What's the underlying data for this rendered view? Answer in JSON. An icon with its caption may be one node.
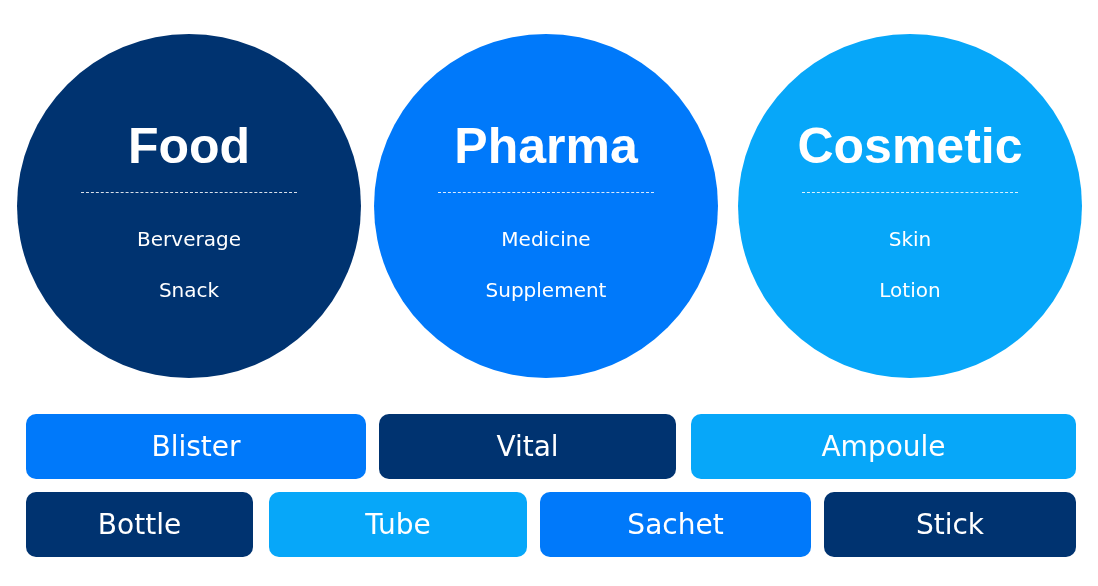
{
  "diagram": {
    "nodes": [
      {
        "text": [
          "Food",
          "Berverage",
          "Snack"
        ]
      },
      {
        "text": [
          "Pharma",
          "Medicine",
          "Supplement"
        ]
      },
      {
        "text": [
          "Cosmetic",
          "Skin",
          "Lotion"
        ]
      },
      {
        "text": [
          "Blister"
        ]
      },
      {
        "text": [
          "Vital"
        ]
      },
      {
        "text": [
          "Ampoule"
        ]
      },
      {
        "text": [
          "Bottle"
        ]
      },
      {
        "text": [
          "Tube"
        ]
      },
      {
        "text": [
          "Sachet"
        ]
      },
      {
        "text": [
          "Stick"
        ]
      }
    ]
  }
}
